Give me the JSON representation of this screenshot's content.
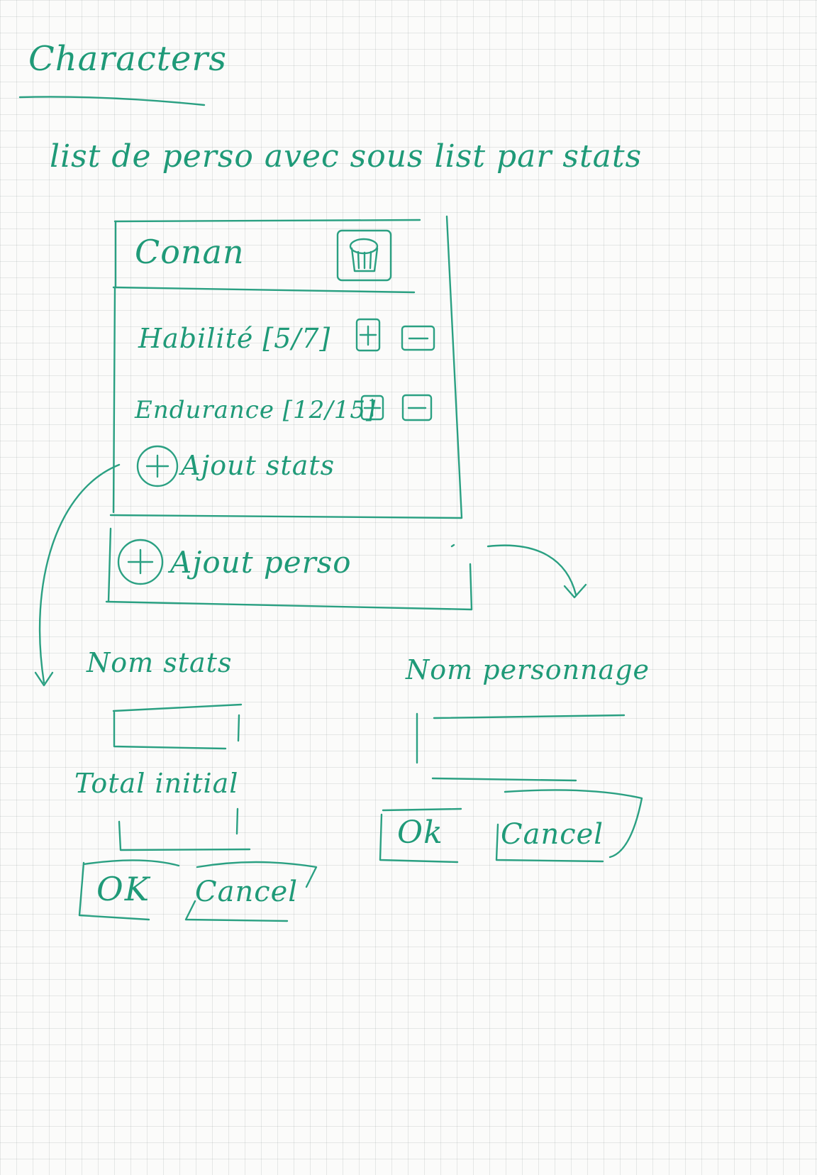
{
  "page": {
    "title": "Characters",
    "subtitle": "list de perso avec sous list par stats"
  },
  "character_card": {
    "name": "Conan",
    "delete_icon": "trash-icon",
    "stats": [
      {
        "label": "Habilité [5/7]",
        "plus_icon": "plus-icon",
        "minus_icon": "minus-icon"
      },
      {
        "label": "Endurance [12/15]",
        "plus_icon": "plus-icon",
        "minus_icon": "minus-icon"
      }
    ],
    "add_stat_label": "Ajout stats",
    "add_character_label": "Ajout perso"
  },
  "stat_form": {
    "name_label": "Nom stats",
    "initial_label": "Total initial",
    "ok_label": "OK",
    "cancel_label": "Cancel"
  },
  "character_form": {
    "name_label": "Nom personnage",
    "ok_label": "Ok",
    "cancel_label": "Cancel"
  },
  "colors": {
    "ink": "#2aa082",
    "paper": "#fbfbfa",
    "grid": "#c8cfcd"
  }
}
